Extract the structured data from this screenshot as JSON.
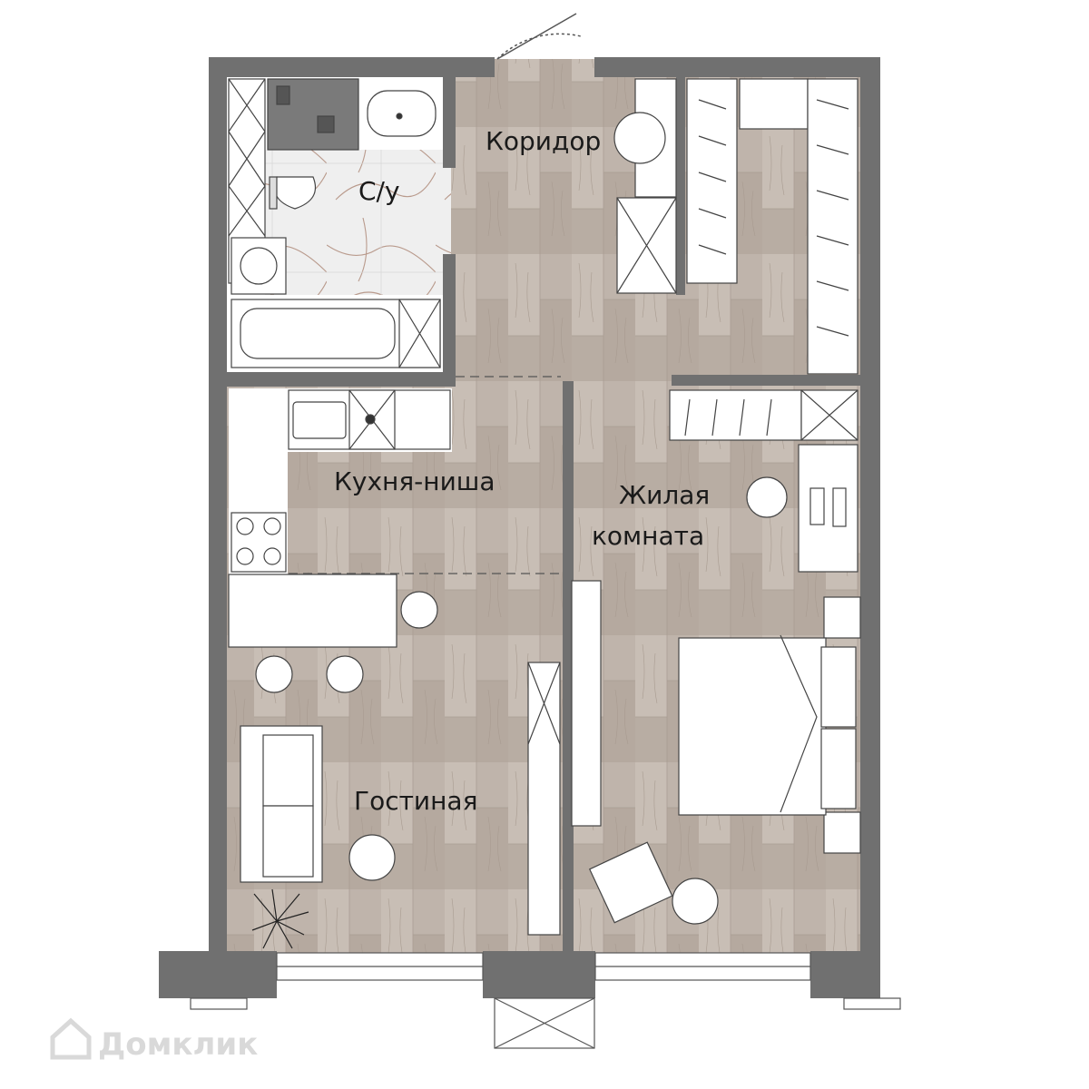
{
  "rooms": {
    "corridor": "Коридор",
    "bathroom": "С/у",
    "kitchen": "Кухня-ниша",
    "living_line1": "Жилая",
    "living_line2": "комната",
    "lounge": "Гостиная"
  },
  "watermark": "Домклик",
  "colors": {
    "wall": "#707070",
    "floor": "#bfb4ab",
    "floor_alt": "#cdc3ba",
    "tile": "#ebebeb",
    "furniture_stroke": "#3a3a3a"
  }
}
